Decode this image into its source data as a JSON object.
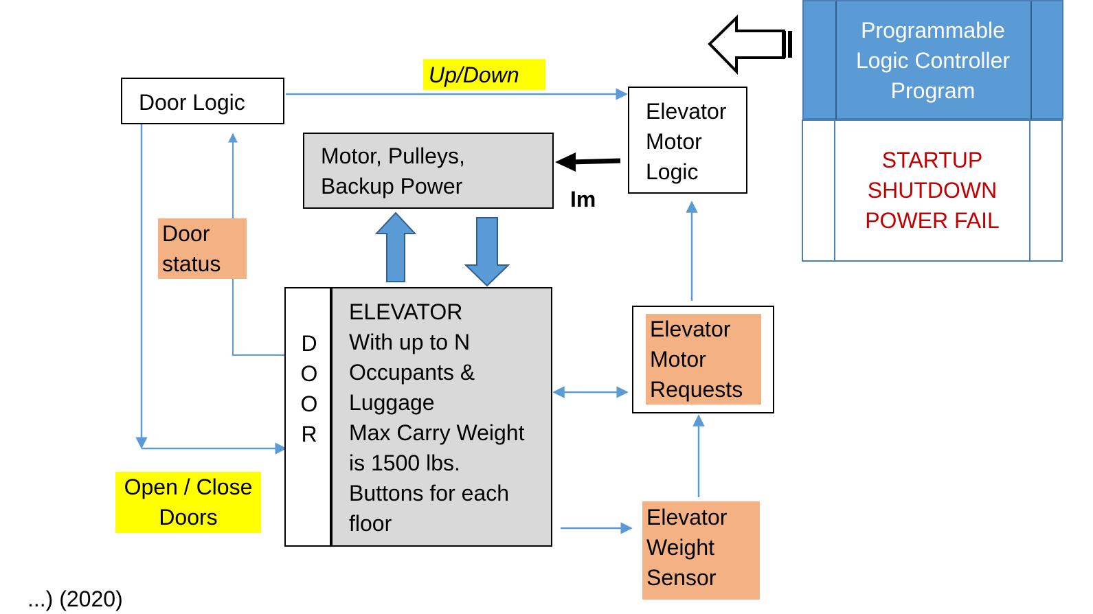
{
  "boxes": {
    "door_logic": "Door Logic",
    "motor_pulleys": [
      "Motor, Pulleys,",
      "Backup Power"
    ],
    "elevator_motor_logic": [
      "Elevator",
      "Motor",
      "Logic"
    ],
    "plc_header": [
      "Programmable",
      "Logic Controller",
      "Program"
    ],
    "plc_modes": [
      "STARTUP",
      "SHUTDOWN",
      "POWER FAIL"
    ],
    "door_panel": [
      "D",
      "O",
      "O",
      "R"
    ],
    "elevator": [
      "ELEVATOR",
      "With up to N",
      "Occupants &",
      "Luggage",
      "Max Carry Weight",
      "is 1500 lbs.",
      "Buttons for each",
      "floor"
    ],
    "motor_requests": [
      "Elevator",
      "Motor",
      "Requests"
    ],
    "weight_sensor": [
      "Elevator",
      "Weight",
      "Sensor"
    ]
  },
  "labels": {
    "up_down": "Up/Down",
    "door_status": [
      "Door",
      "status"
    ],
    "open_close": [
      "Open / Close",
      "Doors"
    ],
    "im": "Im"
  },
  "footer_fragment": "...) (2020)",
  "colors": {
    "connector": "#5b9bd5",
    "plc_header_fill": "#5b9bd5",
    "plc_mode_text": "#c00000",
    "grey_block": "#d9d9d9",
    "orange_label": "#f4b183",
    "yellow_label": "#ffff00"
  }
}
